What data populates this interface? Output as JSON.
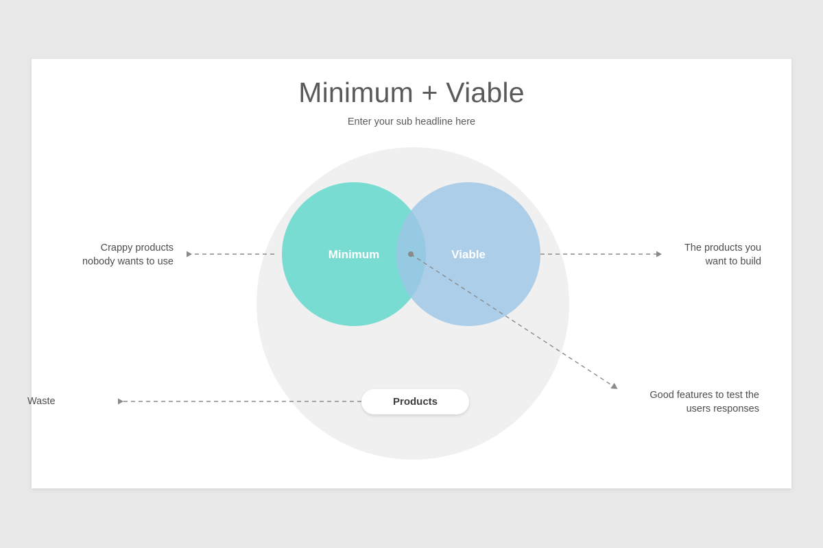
{
  "slide": {
    "title": "Minimum + Viable",
    "subtitle": "Enter your sub headline here"
  },
  "diagram": {
    "type": "venn",
    "backdrop_circle": {
      "name": "Products",
      "color": "#f0f0f0"
    },
    "sets": [
      {
        "id": "minimum",
        "label": "Minimum",
        "color": "#79dcd2",
        "label_color": "#ffffff"
      },
      {
        "id": "viable",
        "label": "Viable",
        "color": "#9cc6e5",
        "label_color": "#ffffff"
      }
    ],
    "intersection": {
      "label": "",
      "color": "#62bbd5"
    },
    "center_node": {
      "color": "#8a8a8a"
    },
    "pill": {
      "label": "Products"
    },
    "connector_color": "#8a8a8a",
    "callouts": [
      {
        "id": "left",
        "text": "Crappy products nobody wants to use",
        "lines": [
          "Crappy products",
          "nobody wants to use"
        ],
        "arrow": "left",
        "target": "minimum"
      },
      {
        "id": "right",
        "text": "The products you want to build",
        "lines": [
          "The products you",
          "want to build"
        ],
        "arrow": "right",
        "target": "viable"
      },
      {
        "id": "bottom-right",
        "text": "Good features to test the users responses",
        "lines": [
          "Good features to test the",
          "users responses"
        ],
        "arrow": "down-right",
        "target": "intersection"
      },
      {
        "id": "waste",
        "text": "Waste",
        "lines": [
          "Waste"
        ],
        "arrow": "left",
        "target": "products"
      }
    ]
  }
}
